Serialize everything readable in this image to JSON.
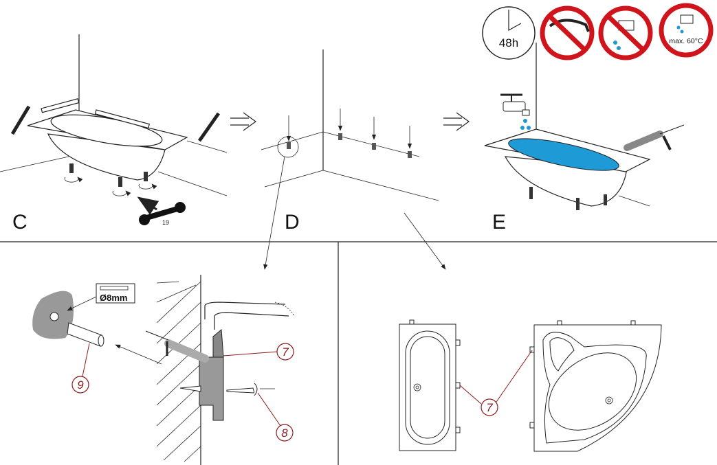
{
  "steps": {
    "c": "C",
    "d": "D",
    "e": "E"
  },
  "wrench_size": "19",
  "icons": {
    "wait_time": "48h",
    "max_temp": "max. 60°C",
    "icon_names": [
      "clock-icon",
      "no-shower-icon",
      "no-tap-water-icon",
      "tap-max-temp-icon"
    ]
  },
  "drill": {
    "size": "Ø8mm"
  },
  "callouts": {
    "wall_plug": "9",
    "bracket": "7",
    "screw": "8",
    "bracket_plan": "7"
  },
  "colors": {
    "water": "#1e9ad6",
    "callout": "#8b1a1a",
    "prohibit": "#d0141c",
    "plate": "#999999"
  }
}
